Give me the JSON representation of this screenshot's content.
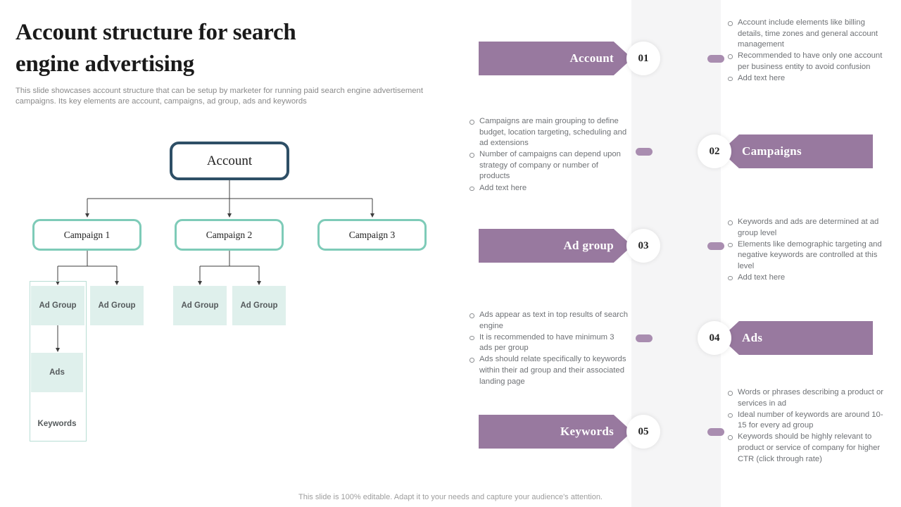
{
  "header": {
    "title_line1": "Account structure for search",
    "title_line2": "engine advertising",
    "subtitle": "This slide showcases account structure that can be setup by marketer for running paid search engine advertisement campaigns. Its key elements are account, campaigns, ad group, ads and keywords"
  },
  "diagram": {
    "root_label": "Account",
    "campaigns": [
      {
        "label": "Campaign 1"
      },
      {
        "label": "Campaign 2"
      },
      {
        "label": "Campaign 3"
      }
    ],
    "ad_groups": [
      {
        "label": "Ad Group"
      },
      {
        "label": "Ad Group"
      },
      {
        "label": "Ad Group"
      },
      {
        "label": "Ad Group"
      }
    ],
    "ads_label": "Ads",
    "keywords_label": "Keywords",
    "colors": {
      "root_border": "#2e4f66",
      "campaign_border": "#7ecbb8",
      "adgroup_fill": "#dff0ec",
      "outline": "#b8ddd4"
    }
  },
  "steps": [
    {
      "number": "01",
      "title": "Account",
      "side": "left",
      "bullets": [
        "Account include elements like billing details, time zones and general account management",
        "Recommended to have only one account per business entity to avoid confusion",
        "Add text here"
      ]
    },
    {
      "number": "02",
      "title": "Campaigns",
      "side": "right",
      "bullets": [
        "Campaigns are main grouping to define budget, location targeting, scheduling and ad extensions",
        "Number of campaigns can depend upon strategy of company or number of products",
        "Add text here"
      ]
    },
    {
      "number": "03",
      "title": "Ad group",
      "side": "left",
      "bullets": [
        "Keywords and ads are determined at ad group level",
        "Elements like demographic targeting and negative keywords are controlled at this level",
        "Add text here"
      ]
    },
    {
      "number": "04",
      "title": "Ads",
      "side": "right",
      "bullets": [
        "Ads appear as text in top results of search engine",
        "It is recommended to have minimum 3 ads per group",
        "Ads should relate specifically to keywords within their ad group and their associated landing page"
      ]
    },
    {
      "number": "05",
      "title": "Keywords",
      "side": "left",
      "bullets": [
        "Words or phrases describing a product or services in ad",
        "Ideal number of keywords are around 10-15 for every ad group",
        "Keywords should be highly relevant to product or service of company for higher CTR (click through rate)"
      ]
    }
  ],
  "accent": {
    "purple": "#98799f",
    "connector": "#a98db0",
    "band": "#f5f5f6"
  },
  "footer": {
    "note": "This slide is 100% editable. Adapt it to your needs and capture your audience's attention."
  }
}
